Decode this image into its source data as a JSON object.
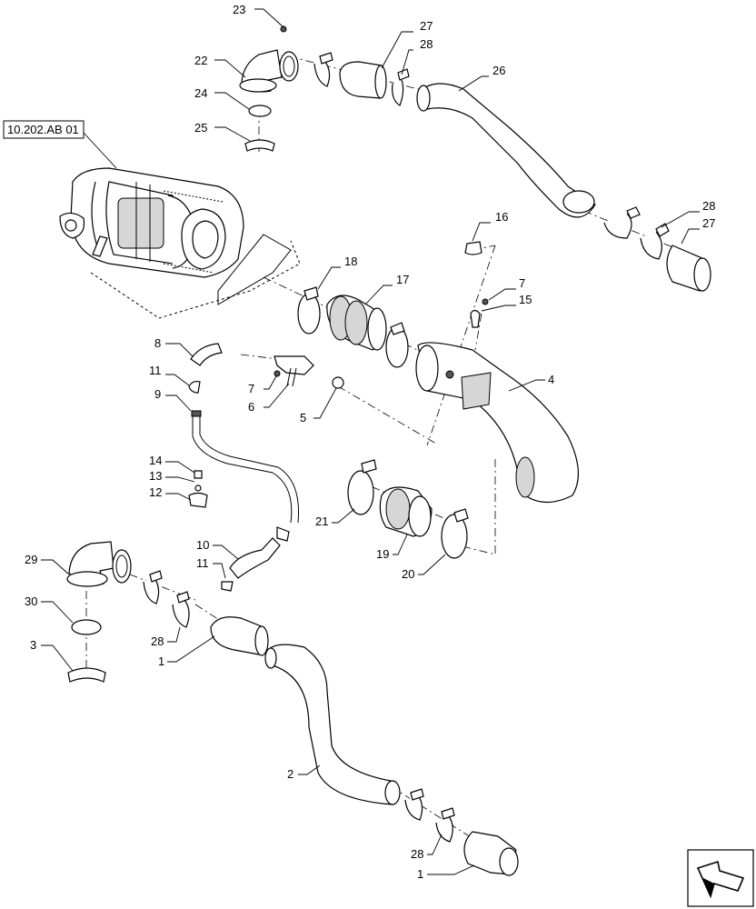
{
  "reference": {
    "label": "10.202.AB 01"
  },
  "callouts": [
    {
      "id": "c-23",
      "text": "23"
    },
    {
      "id": "c-22",
      "text": "22"
    },
    {
      "id": "c-24",
      "text": "24"
    },
    {
      "id": "c-25",
      "text": "25"
    },
    {
      "id": "c-27a",
      "text": "27"
    },
    {
      "id": "c-28a",
      "text": "28"
    },
    {
      "id": "c-26",
      "text": "26"
    },
    {
      "id": "c-28b",
      "text": "28"
    },
    {
      "id": "c-27b",
      "text": "27"
    },
    {
      "id": "c-16",
      "text": "16"
    },
    {
      "id": "c-18",
      "text": "18"
    },
    {
      "id": "c-17",
      "text": "17"
    },
    {
      "id": "c-7a",
      "text": "7"
    },
    {
      "id": "c-15",
      "text": "15"
    },
    {
      "id": "c-8",
      "text": "8"
    },
    {
      "id": "c-11a",
      "text": "11"
    },
    {
      "id": "c-7b",
      "text": "7"
    },
    {
      "id": "c-6",
      "text": "6"
    },
    {
      "id": "c-5",
      "text": "5"
    },
    {
      "id": "c-4",
      "text": "4"
    },
    {
      "id": "c-9",
      "text": "9"
    },
    {
      "id": "c-14",
      "text": "14"
    },
    {
      "id": "c-13",
      "text": "13"
    },
    {
      "id": "c-12",
      "text": "12"
    },
    {
      "id": "c-21",
      "text": "21"
    },
    {
      "id": "c-19",
      "text": "19"
    },
    {
      "id": "c-20",
      "text": "20"
    },
    {
      "id": "c-10",
      "text": "10"
    },
    {
      "id": "c-11b",
      "text": "11"
    },
    {
      "id": "c-29",
      "text": "29"
    },
    {
      "id": "c-30",
      "text": "30"
    },
    {
      "id": "c-3",
      "text": "3"
    },
    {
      "id": "c-28c",
      "text": "28"
    },
    {
      "id": "c-1a",
      "text": "1"
    },
    {
      "id": "c-2",
      "text": "2"
    },
    {
      "id": "c-28d",
      "text": "28"
    },
    {
      "id": "c-1b",
      "text": "1"
    }
  ],
  "icons": {
    "navigation": "arrow-navigation-icon"
  }
}
